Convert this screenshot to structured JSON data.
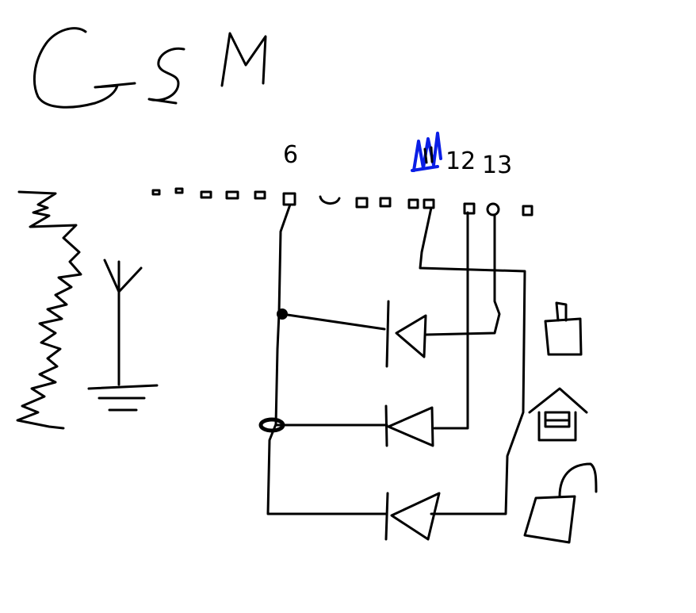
{
  "diagram": {
    "title_part1": "G",
    "title_part2": "S",
    "title_part3": "M",
    "pin_labels": {
      "pin6": "6",
      "pin12": "12",
      "pin13": "13"
    },
    "colors": {
      "ink": "#000000",
      "highlight": "#0a1ee6",
      "background": "#ffffff"
    },
    "icons": [
      "antenna-icon",
      "ground-icon",
      "signal-wave-icon",
      "bucket-icon",
      "house-icon",
      "padlock-icon",
      "led-icon"
    ]
  }
}
